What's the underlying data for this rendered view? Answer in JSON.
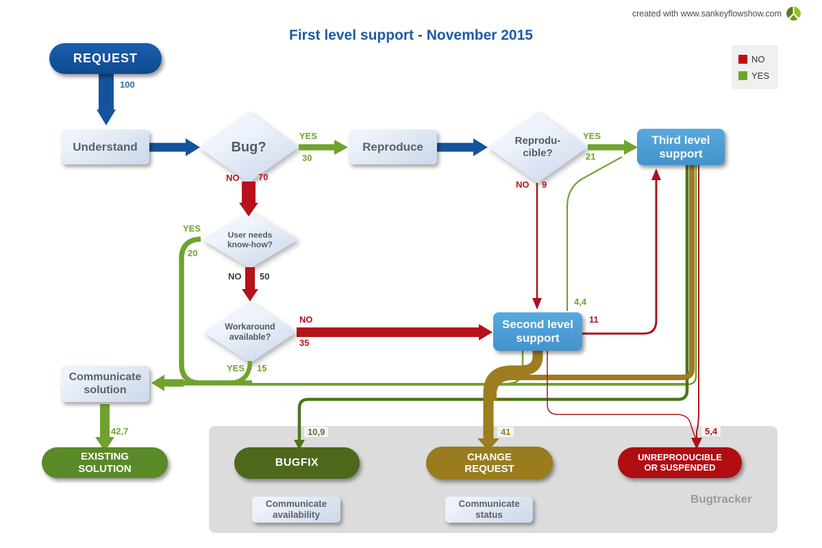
{
  "header": {
    "title": "First level support - November 2015",
    "credit": "created with www.sankeyflowshow.com"
  },
  "legend": {
    "items": [
      {
        "label": "NO",
        "color": "#b5121b"
      },
      {
        "label": "YES",
        "color": "#6fa32e"
      }
    ]
  },
  "colors": {
    "title_blue": "#1b5ba8",
    "flow_blue": "#14549e",
    "flow_green": "#6fa32e",
    "flow_dark_green": "#4e741c",
    "flow_olive": "#9c7d1f",
    "flow_red": "#b5121b",
    "node_blue": "#4a9fd6",
    "pill_dark_blue": "#14549e",
    "pill_green": "#5a8a28",
    "pill_dark_green": "#4d681b",
    "pill_olive": "#9a7c1e",
    "pill_red": "#b00d12",
    "zone_gray": "#dcdcdc"
  },
  "nodes": {
    "request": {
      "label": "REQUEST"
    },
    "understand": {
      "label": "Understand"
    },
    "bug": {
      "label": "Bug?"
    },
    "reproduce": {
      "label": "Reproduce"
    },
    "reproducible": {
      "line1": "Reprodu-",
      "line2": "cible?"
    },
    "third_level": {
      "line1": "Third level",
      "line2": "support"
    },
    "know_how": {
      "line1": "User needs",
      "line2": "know-how?"
    },
    "workaround": {
      "line1": "Workaround",
      "line2": "available?"
    },
    "second_level": {
      "line1": "Second level",
      "line2": "support"
    },
    "communicate_solution": {
      "line1": "Communicate",
      "line2": "solution"
    },
    "existing_solution": {
      "line1": "EXISTING",
      "line2": "SOLUTION"
    },
    "bugfix": {
      "label": "BUGFIX"
    },
    "change_request": {
      "line1": "CHANGE",
      "line2": "REQUEST"
    },
    "unreproducible": {
      "line1": "UNREPRODUCIBLE",
      "line2": "OR SUSPENDED"
    },
    "communicate_availability": {
      "line1": "Communicate",
      "line2": "availability"
    },
    "communicate_status": {
      "line1": "Communicate",
      "line2": "status"
    }
  },
  "flows": {
    "request_understand": {
      "value": "100"
    },
    "bug_yes": {
      "tag": "YES",
      "value": "30"
    },
    "bug_no": {
      "tag": "NO",
      "value": "70"
    },
    "repro_yes": {
      "tag": "YES",
      "value": "21"
    },
    "repro_no": {
      "tag": "NO",
      "value": "9"
    },
    "know_yes": {
      "tag": "YES",
      "value": "20"
    },
    "know_no": {
      "tag": "NO",
      "value": "50"
    },
    "work_no": {
      "tag": "NO",
      "value": "35"
    },
    "work_yes": {
      "tag": "YES",
      "value": "15"
    },
    "second_third_green": {
      "value": "4,4"
    },
    "second_third_red": {
      "value": "11"
    },
    "to_existing": {
      "value": "42,7"
    },
    "to_bugfix": {
      "value": "10,9"
    },
    "to_change_request": {
      "value": "41"
    },
    "to_unreproducible": {
      "value": "5,4"
    }
  },
  "zones": {
    "bugtracker": "Bugtracker"
  }
}
